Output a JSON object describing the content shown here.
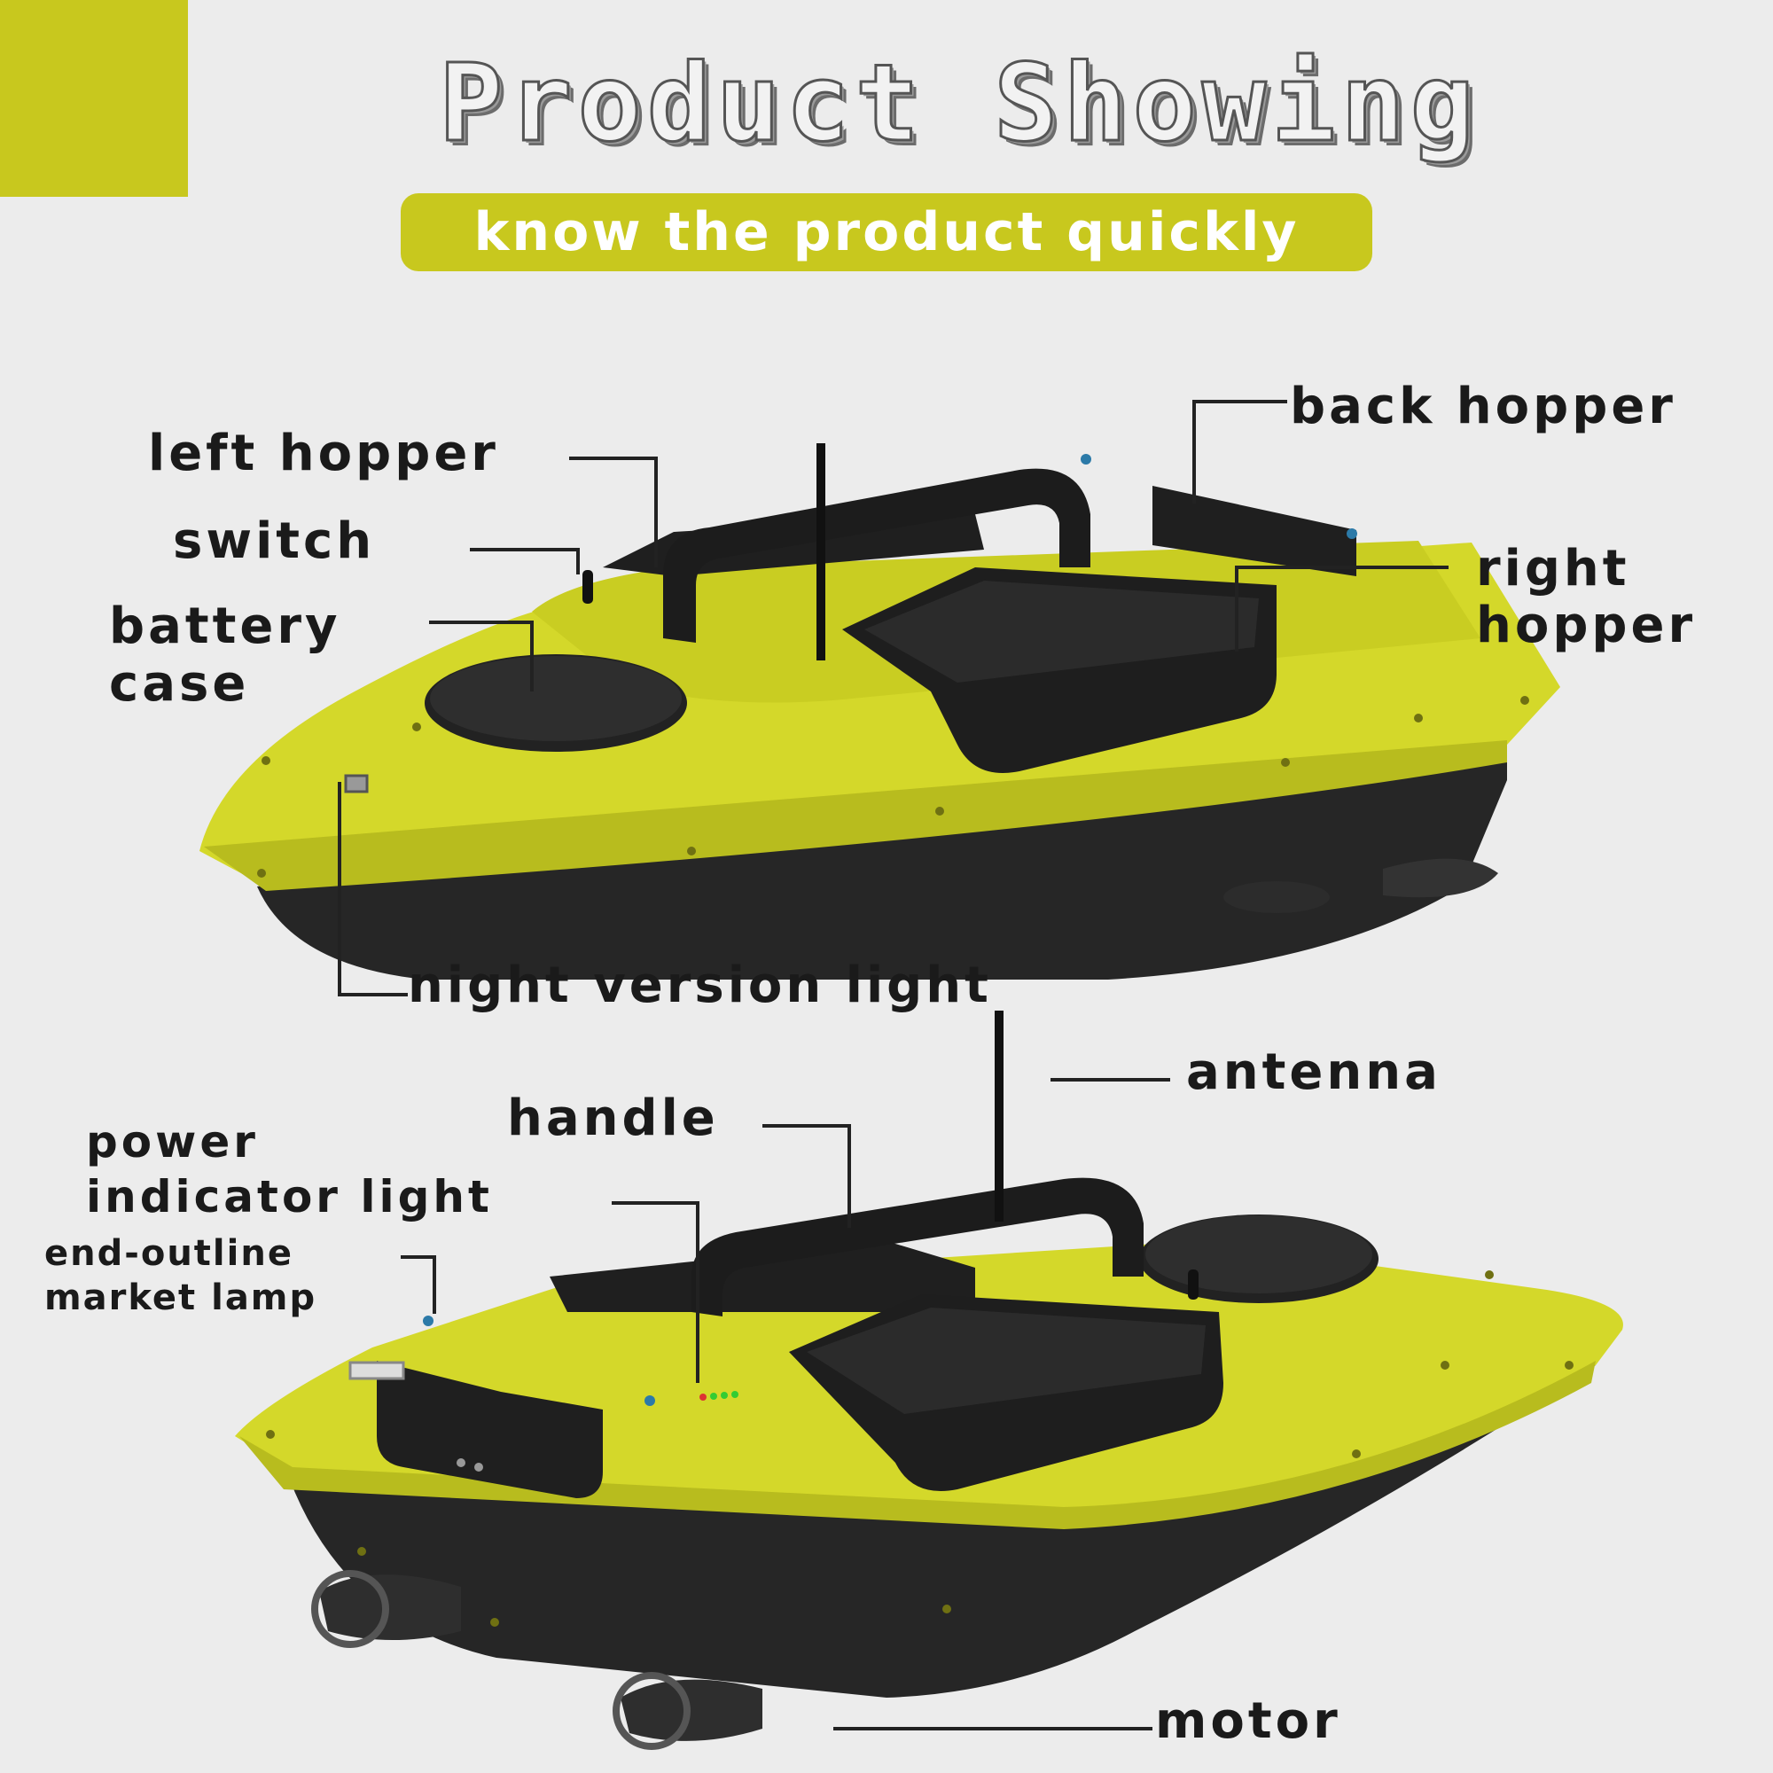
{
  "header": {
    "title": "Product Showing",
    "subtitle": "know the product quickly"
  },
  "colors": {
    "accent": "#c8c81e",
    "hull_yellow": "#d4d82a",
    "hull_black": "#262626",
    "background": "#ececec"
  },
  "labels": {
    "back_hopper": "back hopper",
    "left_hopper": "left hopper",
    "switch": "switch",
    "right": "right",
    "hopper": "hopper",
    "battery": "battery",
    "case": "case",
    "night_version_light": "night version light",
    "antenna": "antenna",
    "handle": "handle",
    "power": "power",
    "indicator_light": "indicator light",
    "end_outline": "end-outline",
    "market_lamp": "market lamp",
    "motor": "motor"
  }
}
